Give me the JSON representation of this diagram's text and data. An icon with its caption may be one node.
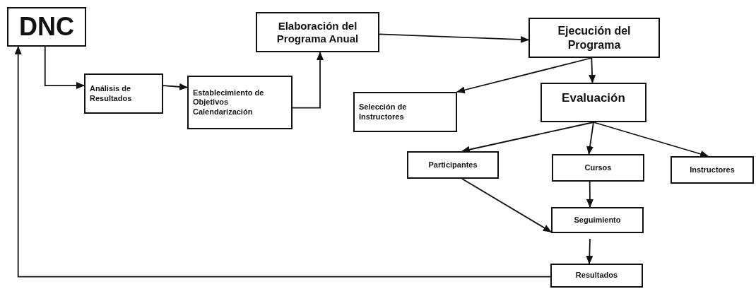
{
  "diagram": {
    "nodes": [
      {
        "text": [
          "DNC"
        ]
      },
      {
        "text": [
          "Análisis de Resultados"
        ]
      },
      {
        "text": [
          "Establecimiento de Objetivos Calendarización"
        ]
      },
      {
        "text": [
          "Elaboración del Programa Anual"
        ]
      },
      {
        "text": [
          "Ejecución del Programa"
        ]
      },
      {
        "text": [
          "Selección de Instructores"
        ]
      },
      {
        "text": [
          "Evaluación"
        ]
      },
      {
        "text": [
          "Participantes"
        ]
      },
      {
        "text": [
          "Cursos"
        ]
      },
      {
        "text": [
          "Instructores"
        ]
      },
      {
        "text": [
          "Seguimiento"
        ]
      },
      {
        "text": [
          "Resultados"
        ]
      }
    ],
    "edges": [
      {
        "from": 0,
        "to": 1,
        "arrow": "to"
      },
      {
        "from": 1,
        "to": 2,
        "arrow": "to"
      },
      {
        "from": 2,
        "to": 3,
        "arrow": "to"
      },
      {
        "from": 3,
        "to": 4,
        "arrow": "to"
      },
      {
        "from": 4,
        "to": 5,
        "arrow": "to"
      },
      {
        "from": 4,
        "to": 6,
        "arrow": "to"
      },
      {
        "from": 6,
        "to": 7,
        "arrow": "to"
      },
      {
        "from": 6,
        "to": 8,
        "arrow": "to"
      },
      {
        "from": 6,
        "to": 9,
        "arrow": "to"
      },
      {
        "from": 7,
        "to": 10,
        "arrow": "to"
      },
      {
        "from": 8,
        "to": 10,
        "arrow": "to"
      },
      {
        "from": 10,
        "to": 11,
        "arrow": "to"
      },
      {
        "from": 11,
        "to": 0,
        "arrow": "to"
      }
    ]
  }
}
